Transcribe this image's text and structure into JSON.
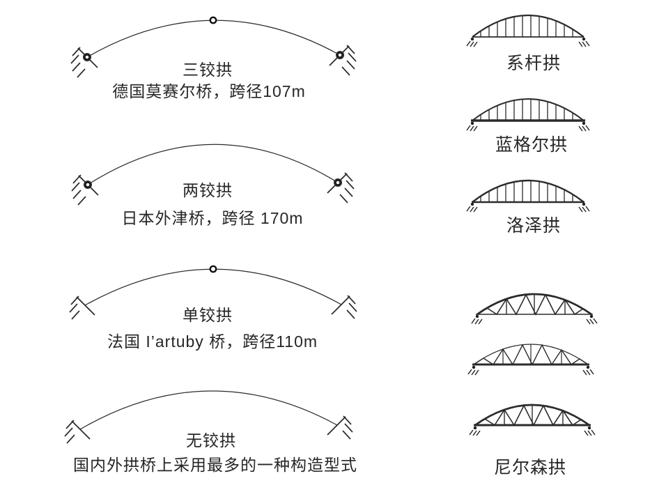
{
  "colors": {
    "ink": "#2b2b2b",
    "background": "#ffffff",
    "text": "#262626"
  },
  "left_column": {
    "arches": [
      {
        "name": "三铰拱",
        "caption": "德国莫赛尔桥，跨径107m",
        "hinges": "crown + both springings"
      },
      {
        "name": "两铰拱",
        "caption": "日本外津桥，跨径 170m",
        "hinges": "both springings"
      },
      {
        "name": "单铰拱",
        "caption": "法国 I’artuby 桥，跨径110m",
        "hinges": "crown only"
      },
      {
        "name": "无铰拱",
        "caption": "国内外拱桥上采用最多的一种构造型式",
        "hinges": "none (fixed)"
      }
    ]
  },
  "right_column": {
    "bridges": [
      {
        "label": "系杆拱"
      },
      {
        "label": "蓝格尔拱"
      },
      {
        "label": "洛泽拱"
      },
      {
        "label": "尼尔森拱"
      }
    ]
  }
}
